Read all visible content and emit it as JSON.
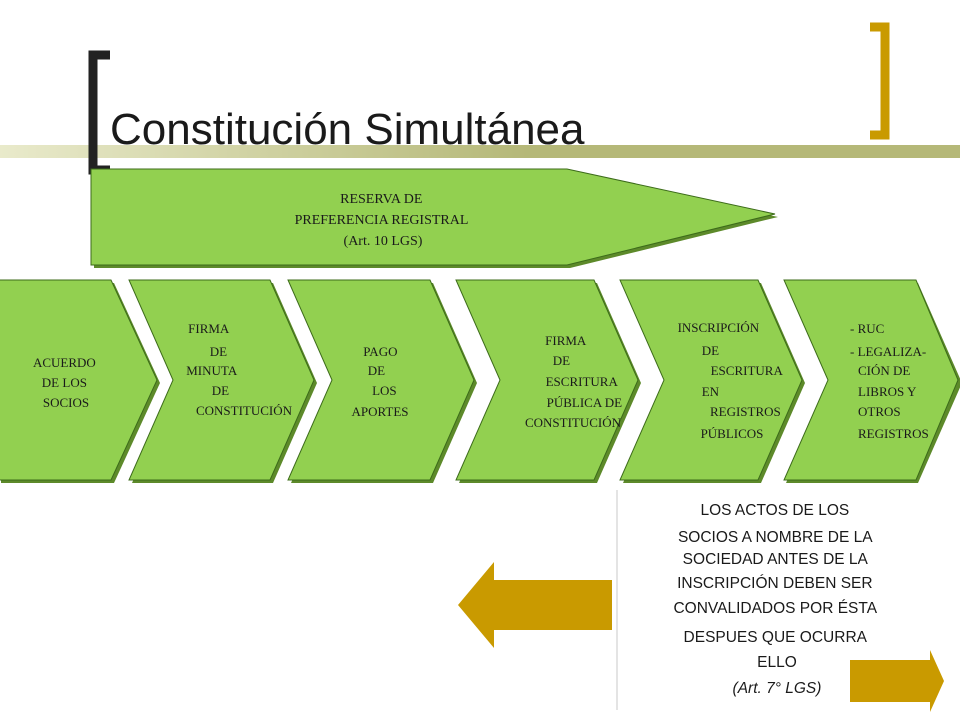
{
  "title": "Constitución Simultánea",
  "banner": {
    "lines": [
      "RESERVA DE",
      "PREFERENCIA REGISTRAL",
      "(Art. 10 LGS)"
    ]
  },
  "steps": [
    {
      "lines": [
        "ACUERDO",
        "DE LOS",
        "SOCIOS"
      ]
    },
    {
      "lines": [
        "FIRMA",
        "DE",
        "MINUTA",
        "DE",
        "CONSTITUCIÓN"
      ]
    },
    {
      "lines": [
        "PAGO",
        "DE",
        "LOS",
        "APORTES"
      ]
    },
    {
      "lines": [
        "FIRMA",
        "DE",
        "ESCRITURA",
        "PÚBLICA DE",
        "CONSTITUCIÓN"
      ]
    },
    {
      "lines": [
        "INSCRIPCIÓN",
        "DE",
        "ESCRITURA",
        "EN",
        "REGISTROS",
        "PÚBLICOS"
      ]
    },
    {
      "lines": [
        "- RUC",
        "- LEGALIZA-",
        "CIÓN DE",
        "LIBROS Y",
        "OTROS",
        "REGISTROS"
      ]
    }
  ],
  "note": {
    "lines": [
      "LOS ACTOS DE LOS",
      "SOCIOS A NOMBRE DE LA",
      "SOCIEDAD ANTES DE LA",
      "INSCRIPCIÓN DEBEN SER",
      "CONVALIDADOS POR ÉSTA",
      "DESPUES QUE OCURRA",
      "ELLO"
    ],
    "citation": "(Art. 7° LGS)"
  },
  "colors": {
    "green": "#92d050",
    "green_edge": "#5d8a2a",
    "gold": "#c99a00",
    "olive": "#b5b878",
    "title_text": "#1a1a1a"
  }
}
